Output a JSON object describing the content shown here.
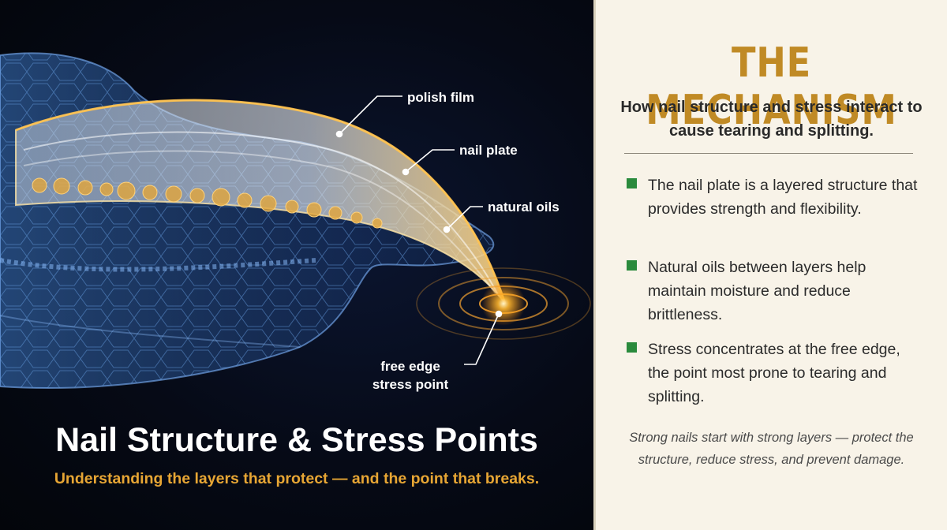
{
  "illustration": {
    "labels": {
      "polish_film": "polish film",
      "nail_plate": "nail plate",
      "natural_oils": "natural oils",
      "free_edge": "free edge",
      "stress_point": "stress point"
    }
  },
  "left_panel": {
    "title": "Nail Structure & Stress Points",
    "subtitle": "Understanding the layers that protect — and the point that breaks."
  },
  "right_panel": {
    "title": "THE MECHANISM",
    "subtitle": "How nail structure and stress interact to cause tearing and splitting.",
    "bullets": [
      "The nail plate is a layered structure that provides strength and flexibility.",
      "Natural oils between layers help maintain moisture and reduce brittleness.",
      "Stress concentrates at the free edge, the point most prone to tearing and splitting."
    ],
    "tagline": "Strong nails start with strong layers — protect the structure, reduce stress, and prevent damage."
  },
  "colors": {
    "accent_gold": "#c08a25",
    "subtitle_orange": "#e7a634",
    "bullet_green": "#2a8a3c",
    "dark_background": "#05070d",
    "light_background": "#f8f3e8"
  }
}
